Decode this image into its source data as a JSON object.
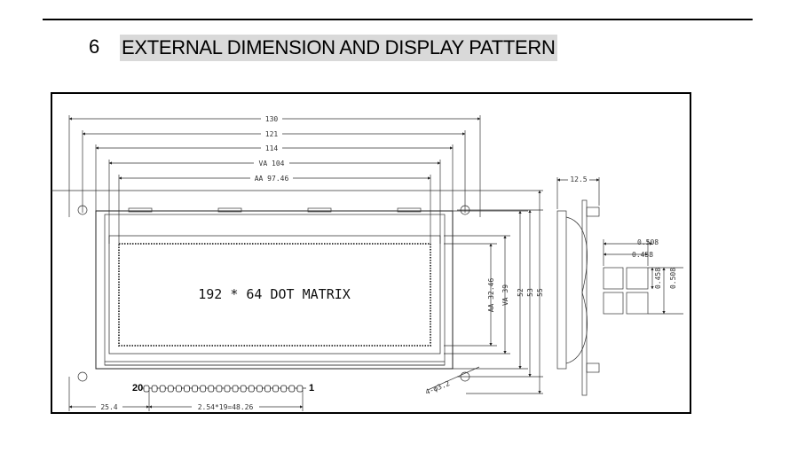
{
  "section": {
    "number": "6",
    "title": "EXTERNAL DIMENSION AND DISPLAY PATTERN"
  },
  "drawing": {
    "display_text": "192 * 64 DOT MATRIX",
    "dimensions": {
      "w130": "130",
      "w121": "121",
      "w114": "114",
      "va_width": "VA 104",
      "aa_width": "AA 97.46",
      "h55": "55",
      "h53": "53",
      "h52": "52",
      "va_height": "VA 39",
      "aa_height": "AA 32.46",
      "pin_offset": "25.4",
      "pin_pitch": "2.54*19=48.26",
      "hole": "4-φ3.2",
      "thickness": "12.5",
      "dot_w1": "0.508",
      "dot_w2": "0.458",
      "dot_h1": "0.458",
      "dot_h2": "0.508"
    },
    "pins": {
      "first": "20",
      "last": "1"
    }
  }
}
